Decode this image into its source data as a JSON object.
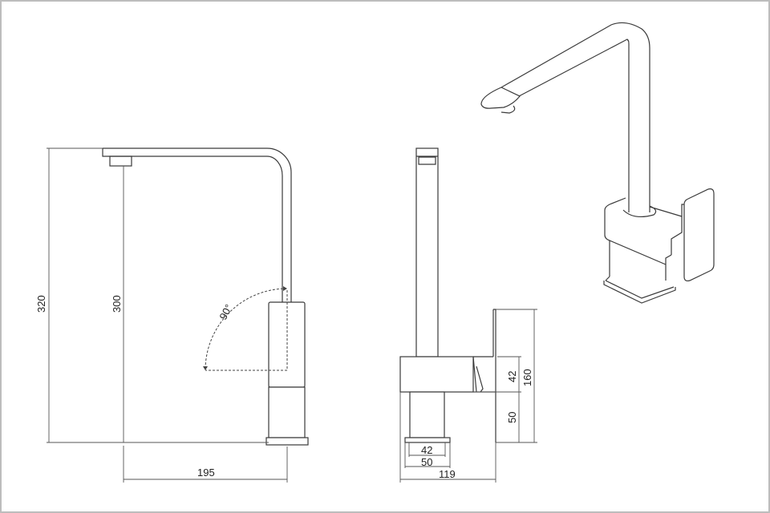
{
  "title": "Kitchen mixer tap technical drawing",
  "side_view": {
    "total_height": "320",
    "spout_height": "300",
    "spout_reach": "195",
    "swivel_angle": "90°"
  },
  "front_view": {
    "base_inner_width": "42",
    "base_outer_width": "50",
    "overall_depth": "119",
    "handle_height": "42",
    "body_to_base": "50",
    "handle_total_height": "160"
  },
  "colors": {
    "line": "#3a3a3a",
    "border": "#bdbdbd",
    "background": "#ffffff"
  }
}
